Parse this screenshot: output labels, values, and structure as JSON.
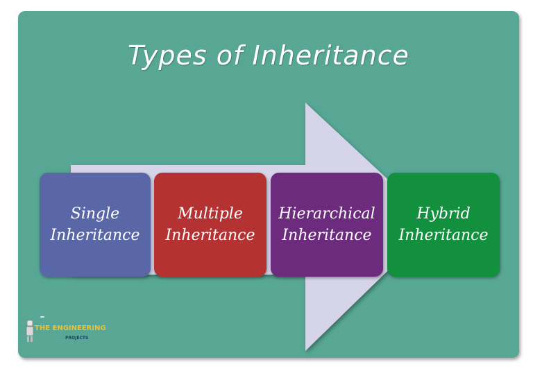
{
  "title": "Types of Inheritance",
  "boxes": [
    {
      "line1": "Single",
      "line2": "Inheritance",
      "color": "#5a67a6"
    },
    {
      "line1": "Multiple",
      "line2": "Inheritance",
      "color": "#b53232"
    },
    {
      "line1": "Hierarchical",
      "line2": "Inheritance",
      "color": "#6c2b7c"
    },
    {
      "line1": "Hybrid",
      "line2": "Inheritance",
      "color": "#12903e"
    }
  ],
  "logo": {
    "tagline": "",
    "line1": "THE ENGINEERING",
    "line2": "PROJECTS"
  },
  "colors": {
    "background": "#57a794",
    "arrow": "#d5d4e8"
  }
}
